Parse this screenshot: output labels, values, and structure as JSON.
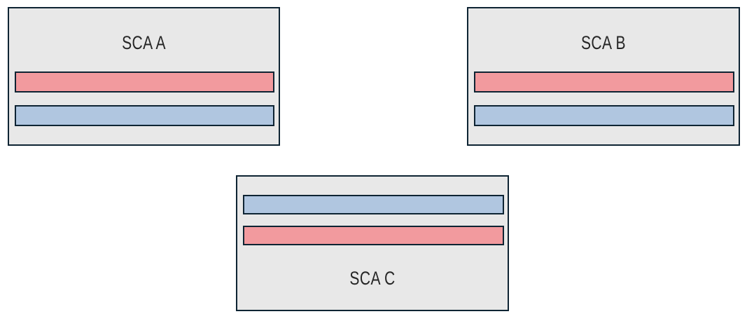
{
  "diagram": {
    "type": "block-diagram",
    "title": "",
    "background_color": "#ffffff",
    "palette": {
      "border": "#0e2433",
      "box_fill": "#e8e8e8",
      "bar_red": "#f29a9e",
      "bar_blue": "#b0c6e0",
      "label_text": "#262626"
    },
    "boxes": [
      {
        "id": "sca-a",
        "label": "SCA A",
        "label_position": "top",
        "bars": [
          {
            "id": "sca-a-bar-red",
            "color_name": "red",
            "color": "#f29a9e",
            "order": 1
          },
          {
            "id": "sca-a-bar-blue",
            "color_name": "blue",
            "color": "#b0c6e0",
            "order": 2
          }
        ]
      },
      {
        "id": "sca-b",
        "label": "SCA B",
        "label_position": "top",
        "bars": [
          {
            "id": "sca-b-bar-red",
            "color_name": "red",
            "color": "#f29a9e",
            "order": 1
          },
          {
            "id": "sca-b-bar-blue",
            "color_name": "blue",
            "color": "#b0c6e0",
            "order": 2
          }
        ]
      },
      {
        "id": "sca-c",
        "label": "SCA C",
        "label_position": "bottom",
        "bars": [
          {
            "id": "sca-c-bar-blue",
            "color_name": "blue",
            "color": "#b0c6e0",
            "order": 1
          },
          {
            "id": "sca-c-bar-red",
            "color_name": "red",
            "color": "#f29a9e",
            "order": 2
          }
        ]
      }
    ]
  }
}
